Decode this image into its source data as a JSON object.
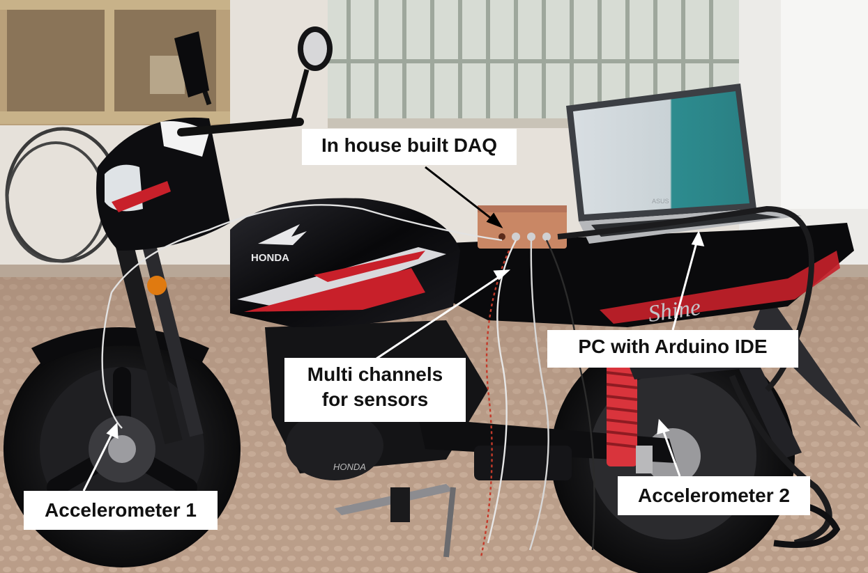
{
  "labels": {
    "daq": "In house built DAQ",
    "multi_line1": "Multi channels",
    "multi_line2": "for sensors",
    "pc": "PC with Arduino IDE",
    "accelerometer1": "Accelerometer 1",
    "accelerometer2": "Accelerometer 2"
  },
  "brand_marks": {
    "tank_logo": "HONDA",
    "engine_logo": "HONDA",
    "side_panel": "Shine",
    "laptop_logo": "ASUS"
  },
  "colors": {
    "bike_body": "#0b0b0d",
    "stripe_red": "#c8202a",
    "stripe_silver": "#d9d9dc",
    "shock_spring": "#d9343c",
    "daq_box": "#c98765",
    "label_bg": "#ffffff",
    "label_text": "#111111"
  }
}
